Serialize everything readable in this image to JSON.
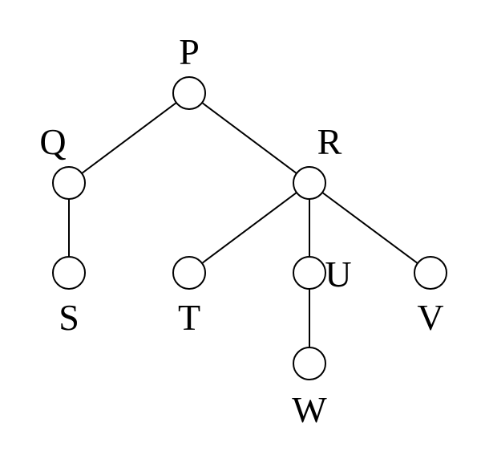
{
  "diagram": {
    "type": "tree",
    "nodes": [
      {
        "id": "P",
        "label": "P"
      },
      {
        "id": "Q",
        "label": "Q"
      },
      {
        "id": "R",
        "label": "R"
      },
      {
        "id": "S",
        "label": "S"
      },
      {
        "id": "T",
        "label": "T"
      },
      {
        "id": "U",
        "label": "U"
      },
      {
        "id": "V",
        "label": "V"
      },
      {
        "id": "W",
        "label": "W"
      }
    ],
    "edges": [
      {
        "from": "P",
        "to": "Q"
      },
      {
        "from": "P",
        "to": "R"
      },
      {
        "from": "Q",
        "to": "S"
      },
      {
        "from": "R",
        "to": "T"
      },
      {
        "from": "R",
        "to": "U"
      },
      {
        "from": "R",
        "to": "V"
      },
      {
        "from": "U",
        "to": "W"
      }
    ]
  }
}
